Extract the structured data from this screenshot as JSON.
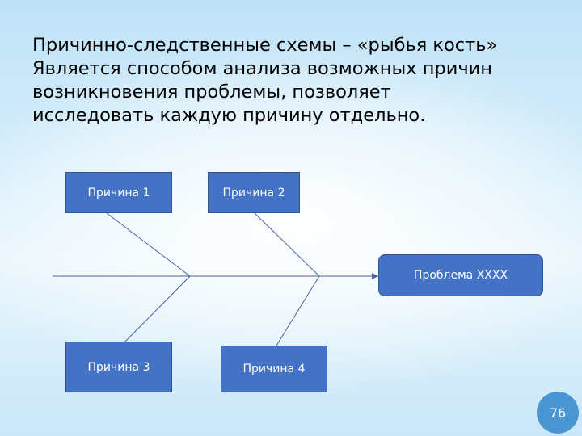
{
  "slide": {
    "title_lines": [
      "Причинно-следственные схемы – «рыбья кость»",
      "Является способом анализа возможных причин",
      "возникновения проблемы, позволяет",
      "исследовать каждую причину отдельно."
    ],
    "page_number": "76"
  },
  "diagram": {
    "causes": [
      {
        "label": "Причина 1"
      },
      {
        "label": "Причина 2"
      },
      {
        "label": "Причина 3"
      },
      {
        "label": "Причина 4"
      }
    ],
    "problem": {
      "label": "Проблема XXXX"
    },
    "colors": {
      "box_fill": "#4472c4",
      "box_border": "#2f528f",
      "line": "#4a5fa8",
      "page_badge": "#4a96d2"
    }
  }
}
